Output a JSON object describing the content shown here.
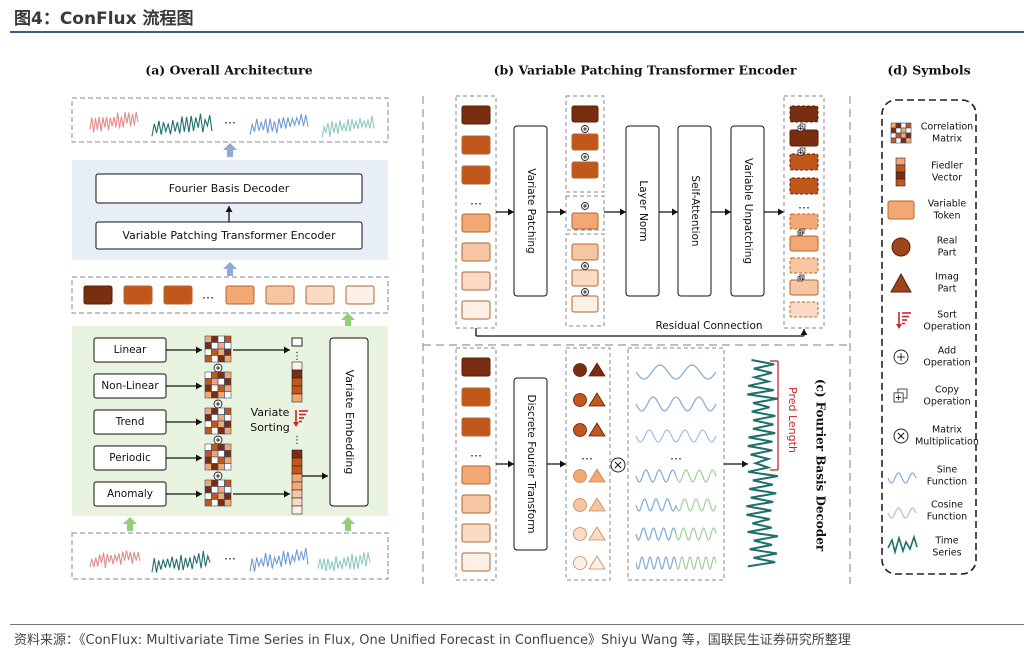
{
  "header": {
    "title": "图4：ConFlux 流程图"
  },
  "footer": {
    "source": "资料来源：《ConFlux: Multivariate Time Series in Flux, One Unified Forecast in Confluence》Shiyu Wang 等，国联民生证券研究所整理"
  },
  "panel_a": {
    "title": "(a) Overall Architecture",
    "decoder": "Fourier Basis Decoder",
    "encoder": "Variable Patching Transformer Encoder",
    "inputs": [
      "Linear",
      "Non-Linear",
      "Trend",
      "Periodic",
      "Anomaly"
    ],
    "sorting": "Variate\nSorting",
    "embedding": "Variate Embedding",
    "ellipsis": "…"
  },
  "panel_b": {
    "title": "(b) Variable Patching Transformer Encoder",
    "patching": "Variate Patching",
    "layer_norm": "Layer Norm",
    "self_attention": "Self-Attention",
    "unpatching": "Variable Unpatching",
    "residual": "Residual Connection"
  },
  "panel_c": {
    "title": "(c) Fourier Basis Decoder",
    "dft": "Discrete Fourier Transform",
    "pred_length": "Pred Length"
  },
  "panel_d": {
    "title": "(d) Symbols",
    "items": [
      "Correlation\nMatrix",
      "Fiedler\nVector",
      "Variable\nToken",
      "Real\nPart",
      "Imag\nPart",
      "Sort\nOperation",
      "Add\nOperation",
      "Copy\nOperation",
      "Matrix\nMultiplication",
      "Sine\nFunction",
      "Cosine\nFunction",
      "Time\nSeries"
    ]
  },
  "colors": {
    "token_shades": [
      "#7a2e10",
      "#c2571c",
      "#c2571c",
      "#f2a873",
      "#f6c6a2",
      "#fadcc6",
      "#fdf0e6"
    ],
    "panel_blue": "#e8eef8",
    "panel_green": "#e8f3e0",
    "arrow_blue": "#8eaadb",
    "arrow_green": "#8fcf7a",
    "accent_red": "#c62828",
    "series_teal": "#1f6f6a"
  }
}
